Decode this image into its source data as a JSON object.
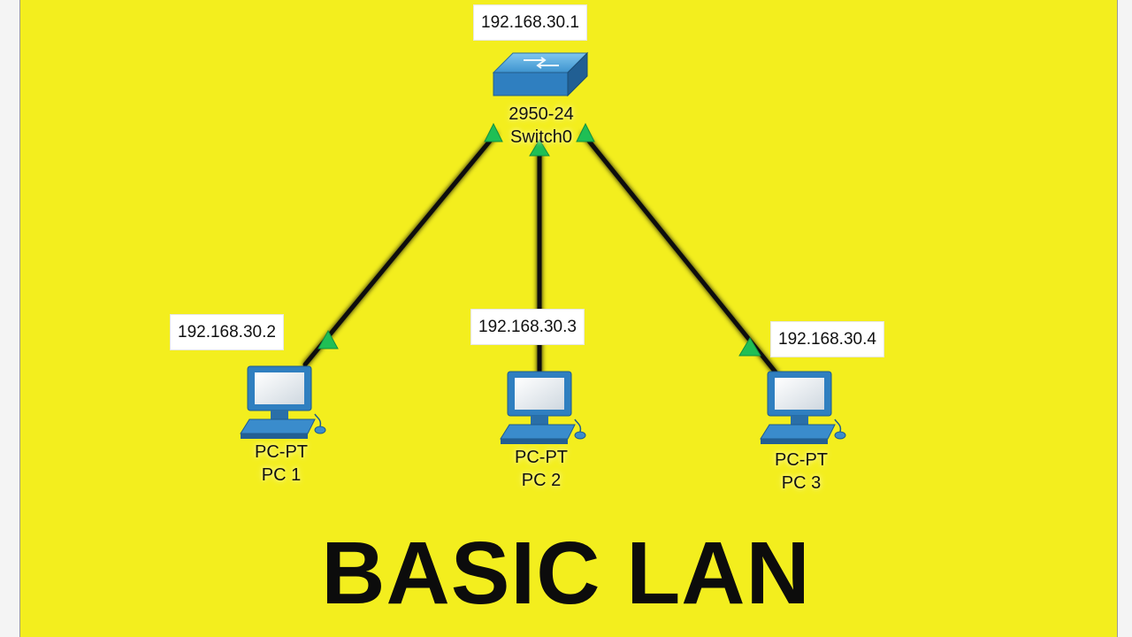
{
  "title": "BASIC LAN",
  "colors": {
    "background": "#f3ee1e",
    "link": "#0f0f0f",
    "port_up": "#1fbf55",
    "device_blue": "#2f7fc0"
  },
  "switch": {
    "ip": "192.168.30.1",
    "model": "2950-24",
    "name": "Switch0",
    "icon": "switch-icon"
  },
  "pcs": [
    {
      "ip": "192.168.30.2",
      "model": "PC-PT",
      "name": "PC 1",
      "icon": "pc-icon"
    },
    {
      "ip": "192.168.30.3",
      "model": "PC-PT",
      "name": "PC 2",
      "icon": "pc-icon"
    },
    {
      "ip": "192.168.30.4",
      "model": "PC-PT",
      "name": "PC 3",
      "icon": "pc-icon"
    }
  ]
}
